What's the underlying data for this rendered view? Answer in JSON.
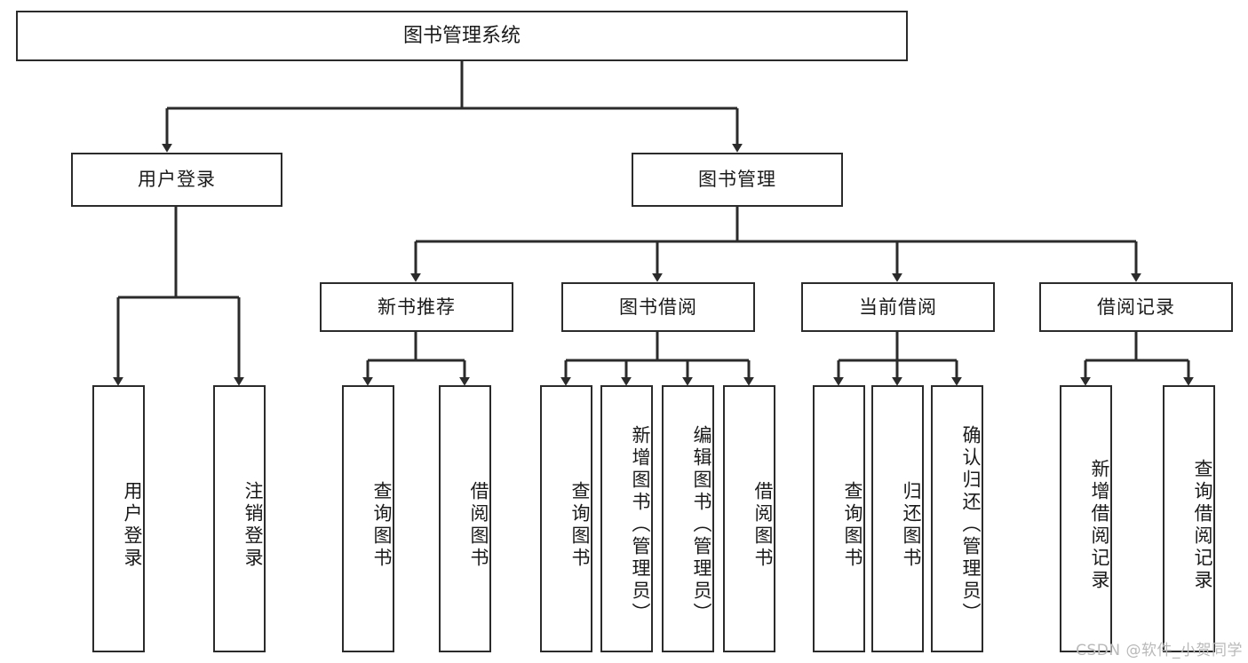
{
  "diagram": {
    "title": "图书管理系统",
    "type": "tree",
    "orientation": "top-down",
    "watermark": "CSDN @软件_小贺同学",
    "colors": {
      "background": "#ffffff",
      "node_border": "#2b2b2b",
      "node_fill": "#ffffff",
      "text": "#1a1a1a",
      "connector": "#2b2b2b",
      "watermark": "#b9b9b9"
    },
    "nodes": {
      "root": {
        "label": "图书管理系统",
        "level": 0
      },
      "level1": [
        {
          "id": "user-login",
          "label": "用户登录"
        },
        {
          "id": "book-manage",
          "label": "图书管理"
        }
      ],
      "level2": [
        {
          "id": "new-book-recommend",
          "label": "新书推荐",
          "parent": "book-manage"
        },
        {
          "id": "book-borrow",
          "label": "图书借阅",
          "parent": "book-manage"
        },
        {
          "id": "current-borrow",
          "label": "当前借阅",
          "parent": "book-manage"
        },
        {
          "id": "borrow-record",
          "label": "借阅记录",
          "parent": "book-manage"
        }
      ],
      "leaves": [
        {
          "id": "leaf-user-login",
          "label": "用户登录",
          "parent": "user-login"
        },
        {
          "id": "leaf-logout-login",
          "label": "注销登录",
          "parent": "user-login"
        },
        {
          "id": "leaf-query-book-1",
          "label": "查询图书",
          "parent": "new-book-recommend"
        },
        {
          "id": "leaf-borrow-book-1",
          "label": "借阅图书",
          "parent": "new-book-recommend"
        },
        {
          "id": "leaf-query-book-2",
          "label": "查询图书",
          "parent": "book-borrow"
        },
        {
          "id": "leaf-add-book",
          "label": "新增图书（管理员）",
          "parent": "book-borrow"
        },
        {
          "id": "leaf-edit-book",
          "label": "编辑图书（管理员）",
          "parent": "book-borrow"
        },
        {
          "id": "leaf-borrow-book-2",
          "label": "借阅图书",
          "parent": "book-borrow"
        },
        {
          "id": "leaf-query-book-3",
          "label": "查询图书",
          "parent": "current-borrow"
        },
        {
          "id": "leaf-return-book",
          "label": "归还图书",
          "parent": "current-borrow"
        },
        {
          "id": "leaf-confirm-return",
          "label": "确认归还（管理员）",
          "parent": "current-borrow"
        },
        {
          "id": "leaf-add-record",
          "label": "新增借阅记录",
          "parent": "borrow-record"
        },
        {
          "id": "leaf-query-record",
          "label": "查询借阅记录",
          "parent": "borrow-record"
        }
      ]
    }
  }
}
